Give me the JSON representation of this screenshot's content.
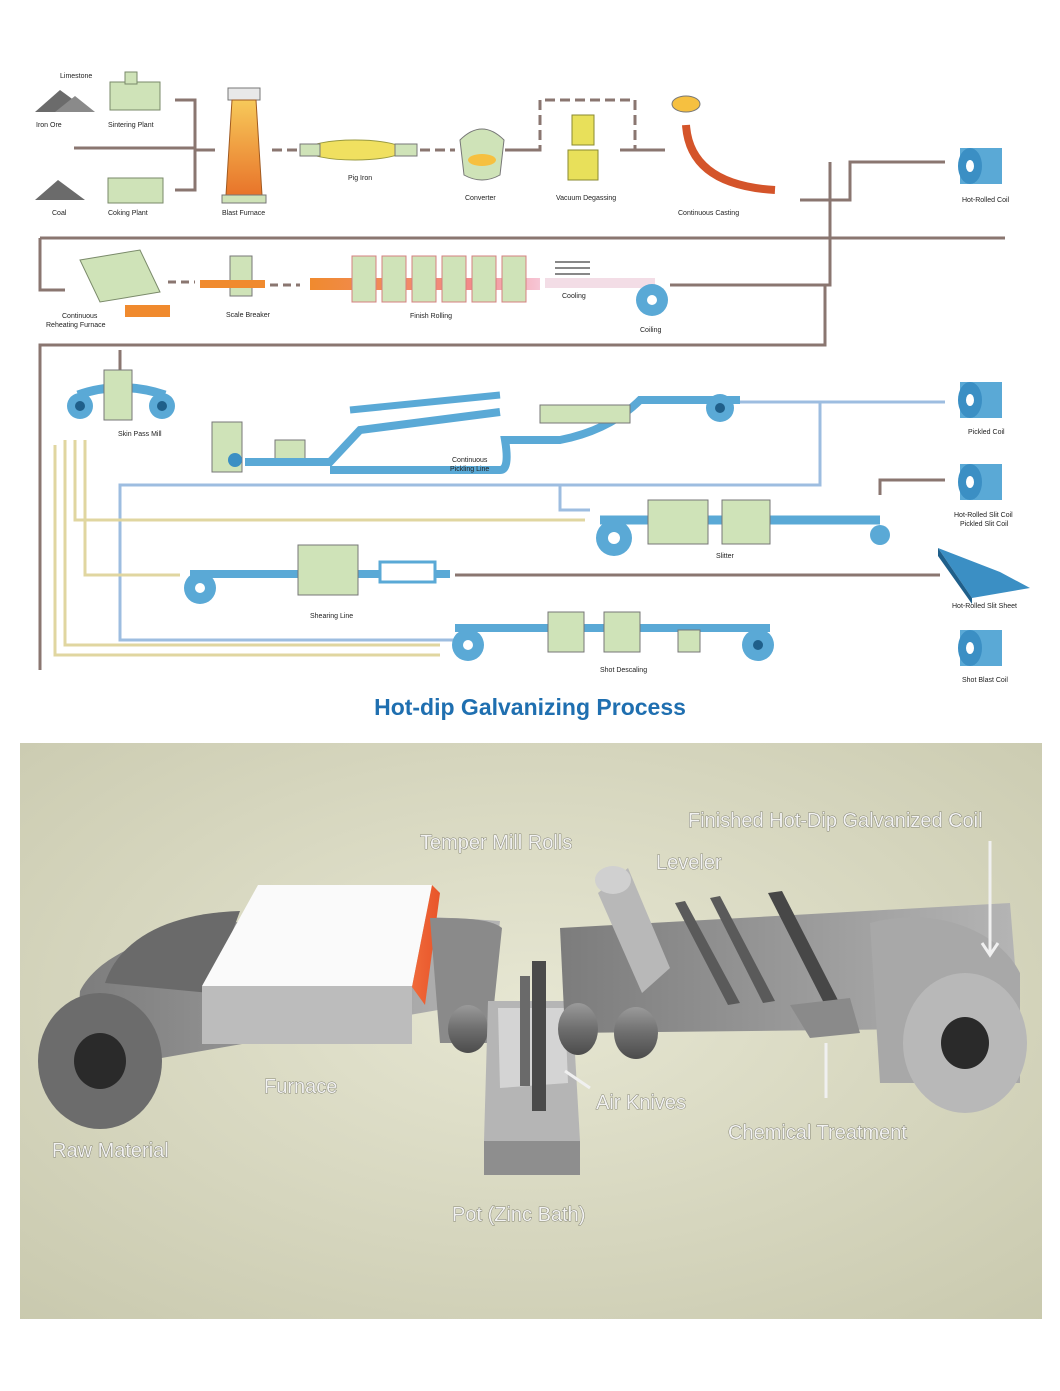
{
  "flow_diagram": {
    "stages": {
      "limestone": "Limestone",
      "iron_ore": "Iron Ore",
      "sintering_plant": "Sintering Plant",
      "coal": "Coal",
      "coking_plant": "Coking Plant",
      "blast_furnace": "Blast Furnace",
      "pig_iron": "Pig Iron",
      "converter": "Converter",
      "vacuum_degassing": "Vacuum Degassing",
      "continuous_casting": "Continuous Casting",
      "hot_rolled_coil": "Hot-Rolled Coil",
      "reheating_furnace_1": "Continuous",
      "reheating_furnace_2": "Reheating Furnace",
      "scale_breaker": "Scale Breaker",
      "finish_rolling": "Finish Rolling",
      "cooling": "Cooling",
      "coiling": "Coiling",
      "skin_pass_mill": "Skin Pass Mill",
      "pickling_line_1": "Continuous",
      "pickling_line_2": "Pickling Line",
      "pickled_coil": "Pickled Coil",
      "slit_coil_1": "Hot-Rolled Slit Coil",
      "slit_coil_2": "Pickled Slit Coil",
      "slitter": "Slitter",
      "shearing_line": "Shearing Line",
      "slit_sheet": "Hot-Rolled Slit Sheet",
      "shot_descaling": "Shot Descaling",
      "shot_blast_coil": "Shot Blast Coil"
    },
    "colors": {
      "flow_line": "#8a7670",
      "strip_blue": "#5aa9d6",
      "coil_blue": "#3b8fc4",
      "equipment_green": "#cfe3b8",
      "hot_orange": "#f08a2e"
    }
  },
  "section_title": "Hot-dip Galvanizing Process",
  "galvanizing": {
    "labels": {
      "finished_coil": "Finished Hot-Dip Galvanized Coil",
      "temper_mill_rolls": "Temper Mill Rolls",
      "leveler": "Leveler",
      "furnace": "Furnace",
      "air_knives": "Air Knives",
      "raw_material": "Raw Material",
      "chemical_treatment": "Chemical Treatment",
      "pot": "Pot (Zinc Bath)"
    },
    "colors": {
      "background": "#d8d8bf",
      "steel": "#8c8c8c",
      "furnace_glow": "#e8552a"
    }
  }
}
